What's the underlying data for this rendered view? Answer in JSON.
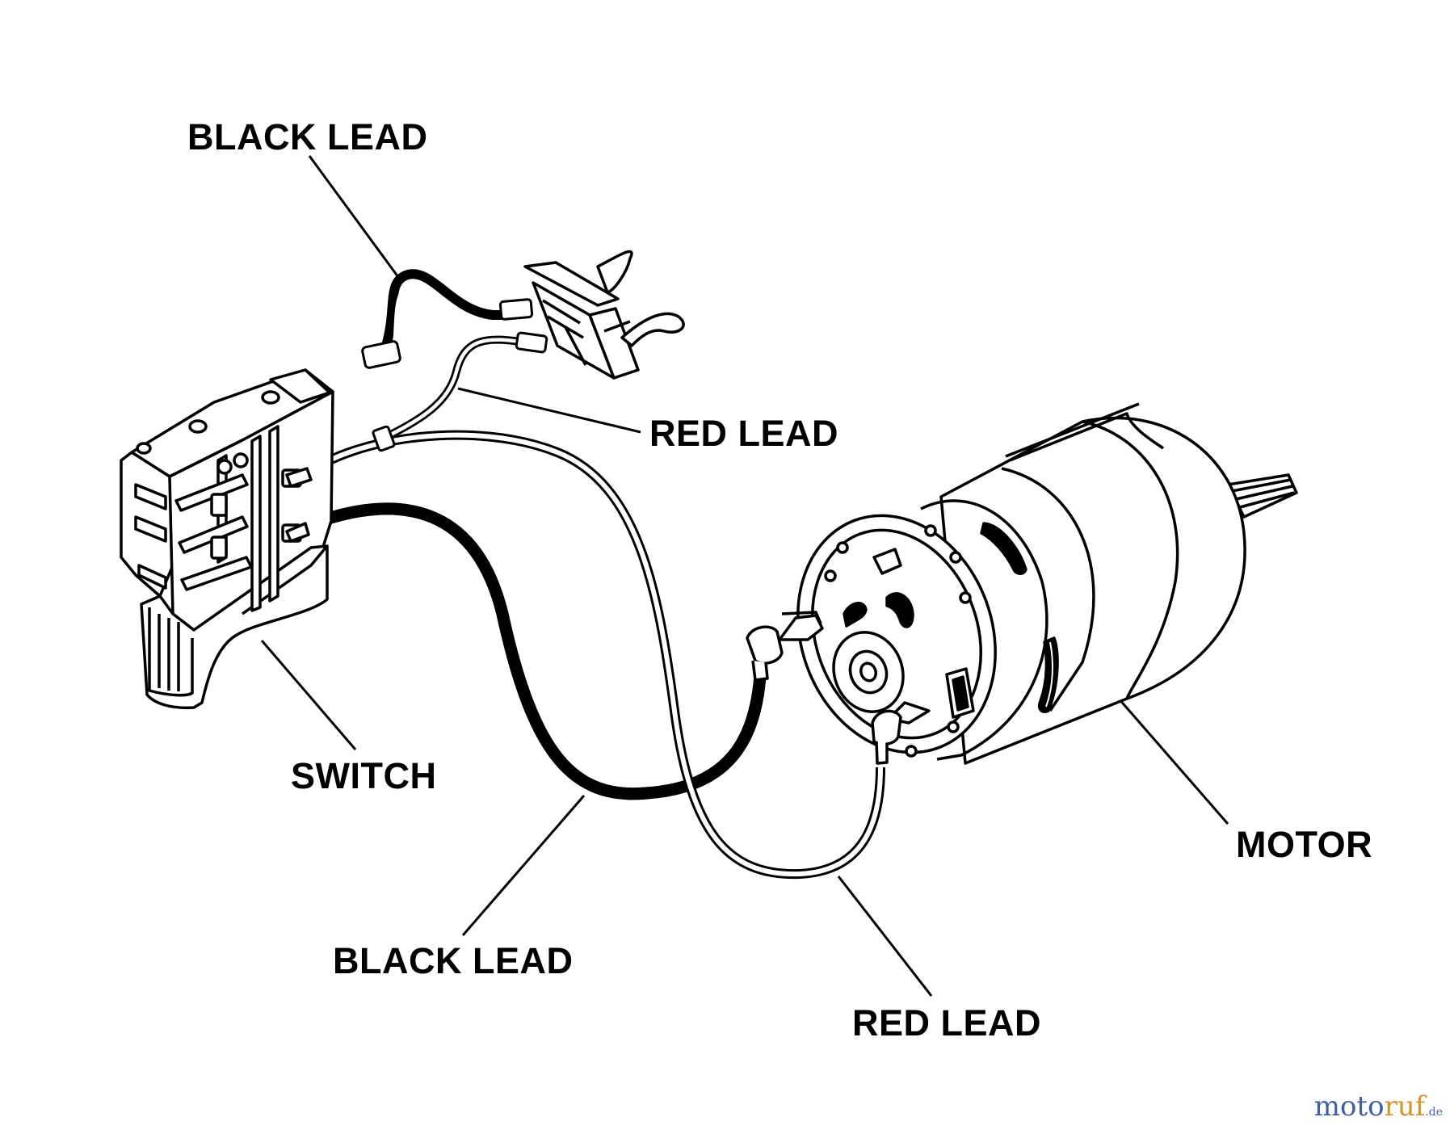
{
  "labels": {
    "black_lead_top": "BLACK LEAD",
    "red_lead_top": "RED LEAD",
    "switch": "SWITCH",
    "motor": "MOTOR",
    "black_lead_bottom": "BLACK LEAD",
    "red_lead_bottom": "RED LEAD"
  },
  "watermark": {
    "part1": "moto",
    "part2": "ruf",
    "suffix": ".de",
    "color1": "#3b5fa8",
    "color2": "#d6952a"
  },
  "colors": {
    "ink": "#000000",
    "background": "#ffffff"
  }
}
